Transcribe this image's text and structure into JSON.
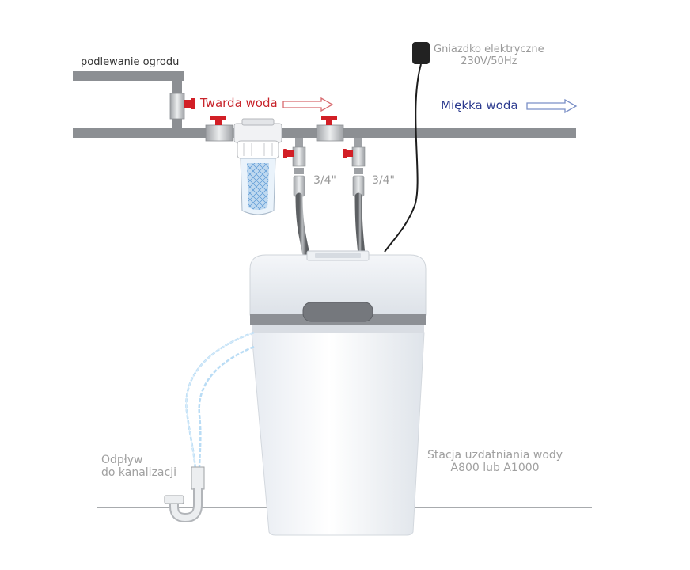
{
  "labels": {
    "garden_watering": "podlewanie ogrodu",
    "hard_water": "Twarda woda",
    "soft_water": "Miękka woda",
    "socket_line1": "Gniazdko elektryczne",
    "socket_line2": "230V/50Hz",
    "inlet_size": "3/4\"",
    "outlet_size": "3/4\"",
    "drain_line1": "Odpływ",
    "drain_line2": "do kanalizacji",
    "station_line1": "Stacja uzdatniania wody",
    "station_line2": "A800 lub A1000"
  },
  "colors": {
    "pipe": "#8c8f93",
    "valve_handle": "#d21f26",
    "hard_water_text": "#c8242b",
    "soft_water_text": "#2b3a8f",
    "filter_water": "#6fa8dc",
    "drain_hose": "#b9dcf5"
  }
}
